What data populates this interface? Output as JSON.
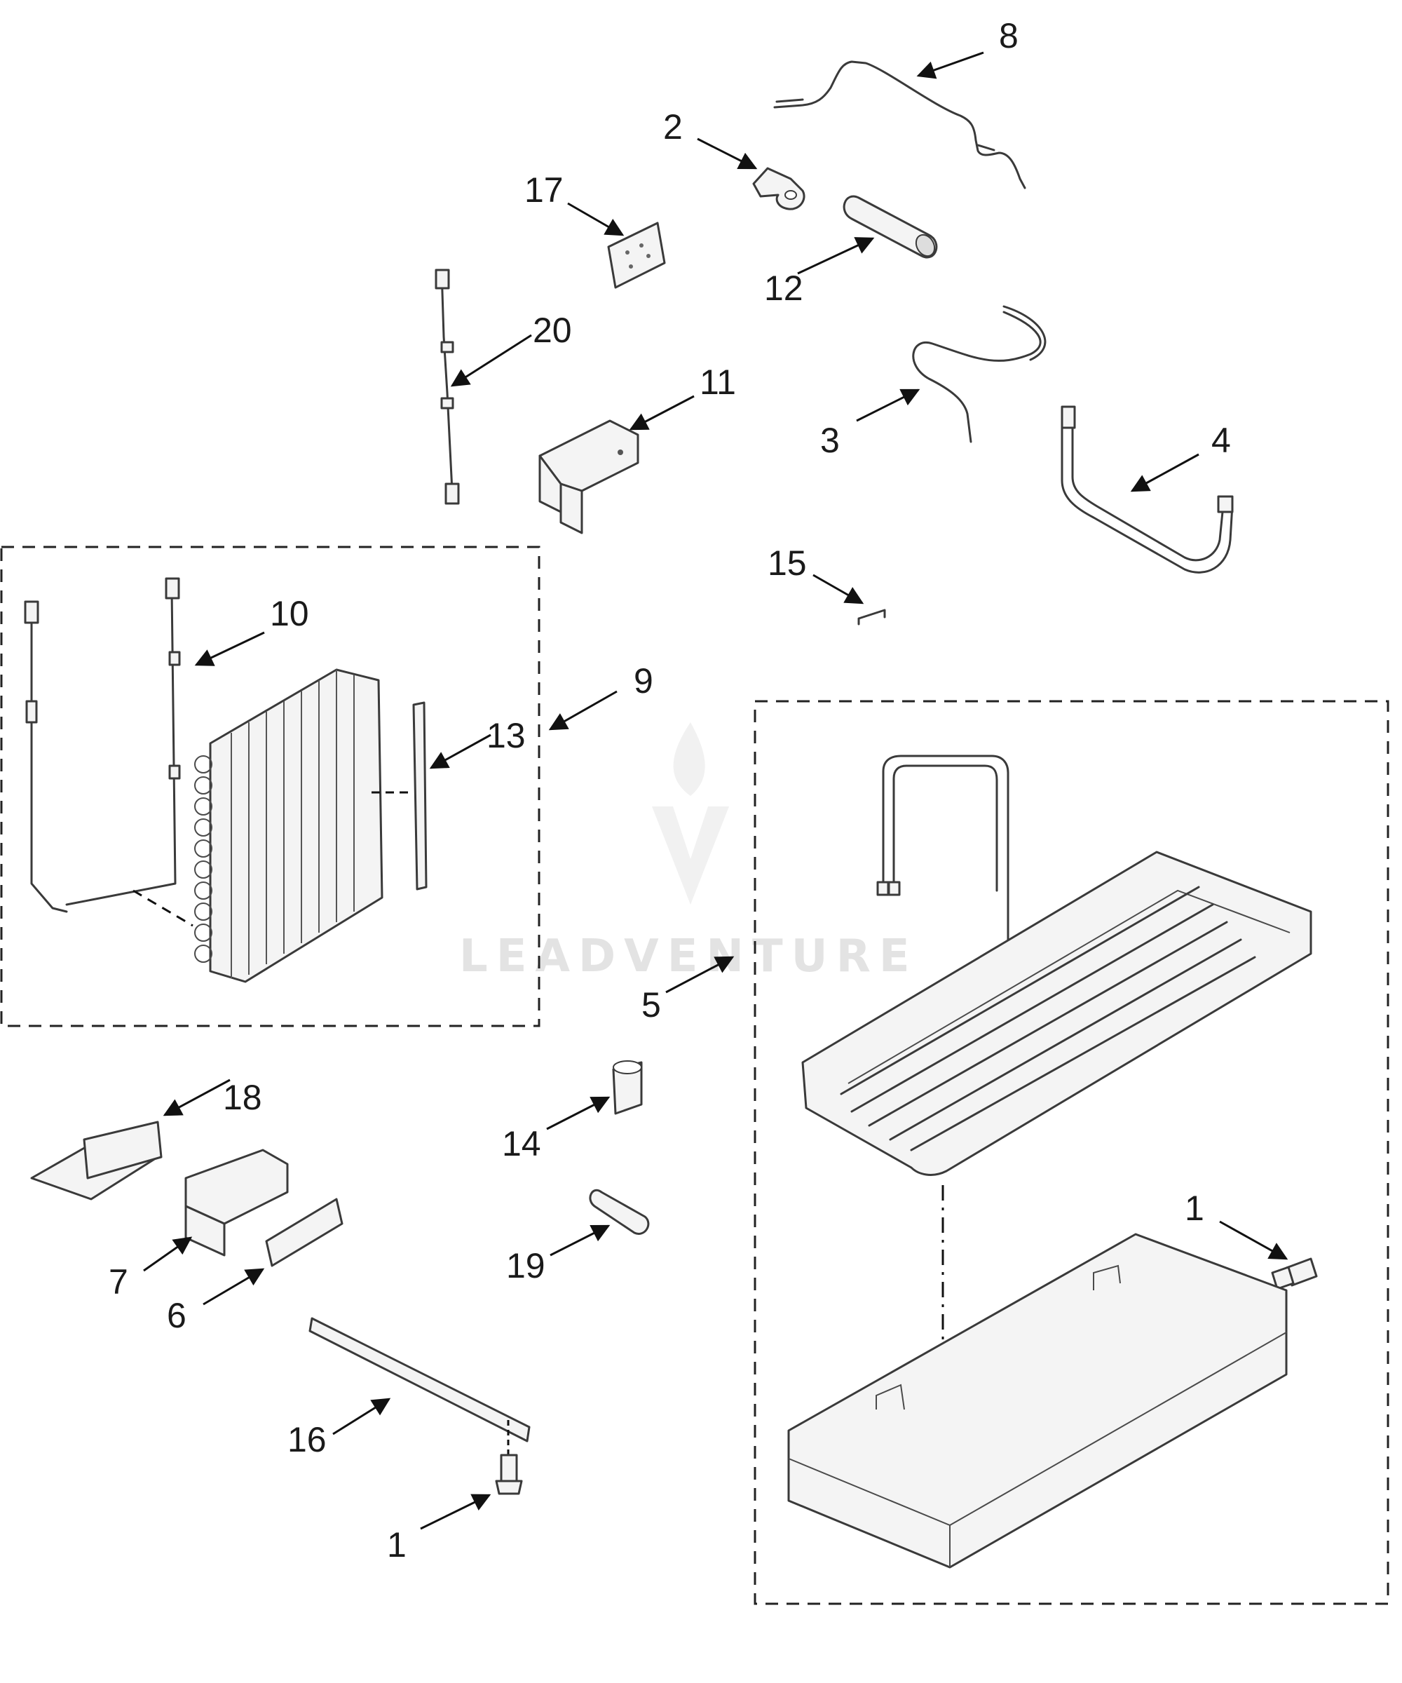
{
  "watermark": "LEADVENTURE",
  "callouts": [
    "8",
    "2",
    "17",
    "12",
    "20",
    "11",
    "3",
    "4",
    "15",
    "10",
    "9",
    "13",
    "5",
    "18",
    "14",
    "7",
    "6",
    "19",
    "16",
    "1",
    "1"
  ]
}
